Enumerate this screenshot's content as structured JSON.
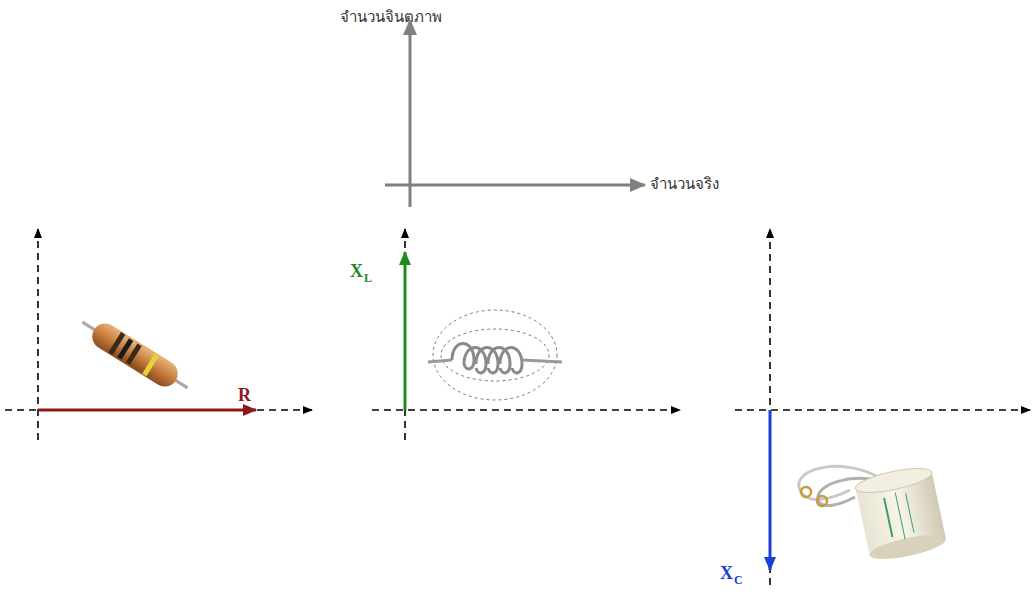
{
  "diagram": {
    "labels": [
      "จำนวนจินตภาพ",
      "จำนวนจริง",
      "R",
      "X",
      "L",
      "X",
      "C"
    ]
  }
}
